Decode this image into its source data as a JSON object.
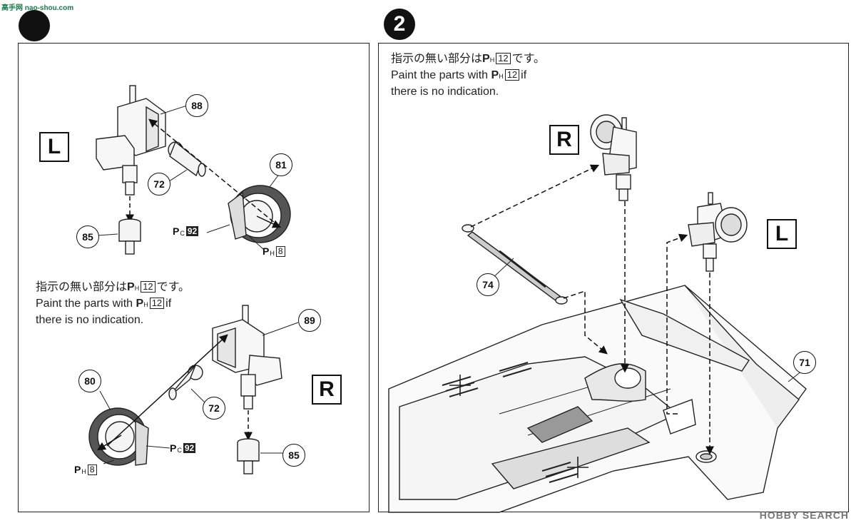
{
  "steps": {
    "step2": "2"
  },
  "instructions": {
    "jp_prefix": "指示の無い部分は",
    "jp_suffix": "です。",
    "en_line1_prefix": "Paint the parts with",
    "en_line1_suffix": "if",
    "en_line2": "there is no indication.",
    "paint_letter": "P",
    "paint_sub_h": "H",
    "paint_sub_c": "C",
    "default_color": "12"
  },
  "sides": {
    "left": "L",
    "right": "R"
  },
  "parts": {
    "p88": "88",
    "p81": "81",
    "p72": "72",
    "p85": "85",
    "p89": "89",
    "p80": "80",
    "p74": "74",
    "p71": "71"
  },
  "paints": {
    "pc92": "92",
    "ph8": "8"
  },
  "watermarks": {
    "left": "高手网 nao-shou.com",
    "right": "HOBBY SEARCH"
  }
}
